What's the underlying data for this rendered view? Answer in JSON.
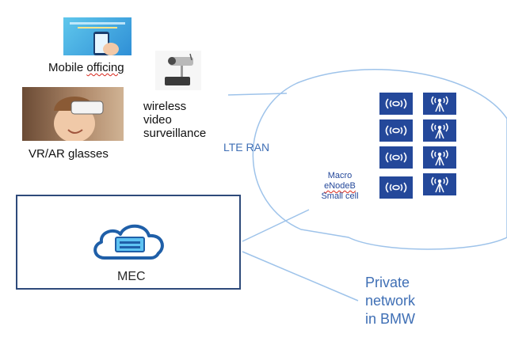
{
  "devices": {
    "mobile": {
      "label": "Mobile officing",
      "icon": "smartphone-app-photo"
    },
    "camera": {
      "label_lines": [
        "wireless",
        "video",
        "surveillance"
      ],
      "icon": "surveillance-camera-photo"
    },
    "vr": {
      "label": "VR/AR glasses",
      "icon": "vr-headset-photo"
    }
  },
  "ran": {
    "label": "LTE RAN",
    "cell_lines": [
      "Macro",
      "eNodeB",
      "Small cell"
    ],
    "cell_icons": [
      "macro-cell-icon",
      "small-cell-antenna-icon"
    ]
  },
  "edge": {
    "label": "MEC",
    "icon": "cloud-server-icon"
  },
  "network": {
    "label_lines": [
      "Private",
      "network",
      "in BMW"
    ]
  },
  "colors": {
    "accent": "#24489a",
    "text_blue": "#3f6fb5",
    "bubble": "#9ec3ea",
    "box_border": "#2e4a7a",
    "cloud": "#1f5fa8",
    "cloud_inner": "#5ec3f2"
  }
}
